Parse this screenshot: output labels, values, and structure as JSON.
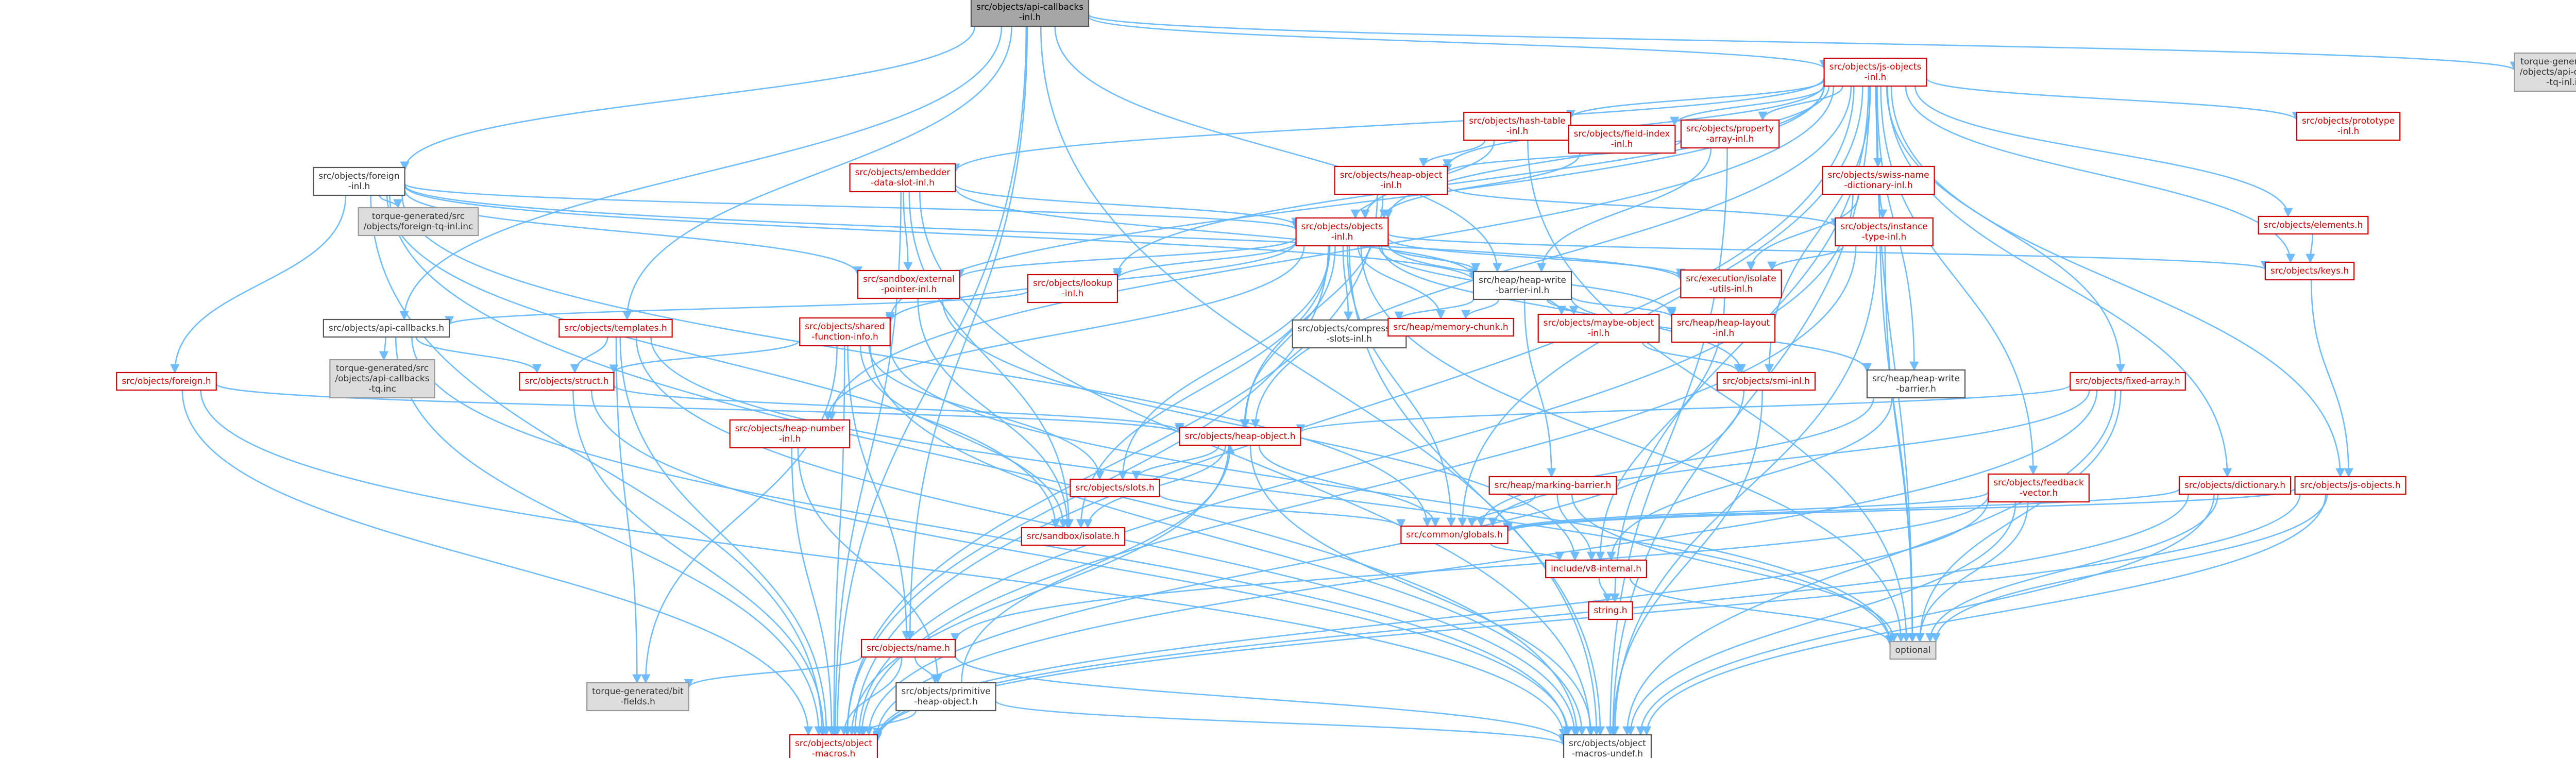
{
  "nodes": [
    {
      "id": "root",
      "lines": [
        "src/objects/api-callbacks",
        "-inl.h"
      ],
      "style": "root"
    },
    {
      "id": "jsobjects_inl",
      "lines": [
        "src/objects/js-objects",
        "-inl.h"
      ],
      "style": "red"
    },
    {
      "id": "tq_api_callbacks_tq_inl",
      "lines": [
        "torque-generated/src",
        "/objects/api-callbacks",
        "-tq-inl.inc"
      ],
      "style": "gray"
    },
    {
      "id": "foreign_inl",
      "lines": [
        "src/objects/foreign",
        "-inl.h"
      ],
      "style": "black"
    },
    {
      "id": "tq_foreign_tq_inl",
      "lines": [
        "torque-generated/src",
        "/objects/foreign-tq-inl.inc"
      ],
      "style": "gray"
    },
    {
      "id": "hash_table_inl",
      "lines": [
        "src/objects/hash-table",
        "-inl.h"
      ],
      "style": "red"
    },
    {
      "id": "field_index_inl",
      "lines": [
        "src/objects/field-index",
        "-inl.h"
      ],
      "style": "red"
    },
    {
      "id": "property_array_inl",
      "lines": [
        "src/objects/property",
        "-array-inl.h"
      ],
      "style": "red"
    },
    {
      "id": "prototype_inl",
      "lines": [
        "src/objects/prototype",
        "-inl.h"
      ],
      "style": "red"
    },
    {
      "id": "embedder_data_slot_inl",
      "lines": [
        "src/objects/embedder",
        "-data-slot-inl.h"
      ],
      "style": "red"
    },
    {
      "id": "heap_object_inl",
      "lines": [
        "src/objects/heap-object",
        "-inl.h"
      ],
      "style": "red"
    },
    {
      "id": "swiss_name_dict_inl",
      "lines": [
        "src/objects/swiss-name",
        "-dictionary-inl.h"
      ],
      "style": "red"
    },
    {
      "id": "elements_h",
      "lines": [
        "src/objects/elements.h"
      ],
      "style": "red"
    },
    {
      "id": "objects_inl",
      "lines": [
        "src/objects/objects",
        "-inl.h"
      ],
      "style": "red"
    },
    {
      "id": "instance_type_inl",
      "lines": [
        "src/objects/instance",
        "-type-inl.h"
      ],
      "style": "red"
    },
    {
      "id": "keys_h",
      "lines": [
        "src/objects/keys.h"
      ],
      "style": "red"
    },
    {
      "id": "sandbox_external_pointer_inl",
      "lines": [
        "src/sandbox/external",
        "-pointer-inl.h"
      ],
      "style": "red"
    },
    {
      "id": "lookup_inl",
      "lines": [
        "src/objects/lookup",
        "-inl.h"
      ],
      "style": "red"
    },
    {
      "id": "heap_write_barrier_inl",
      "lines": [
        "src/heap/heap-write",
        "-barrier-inl.h"
      ],
      "style": "black"
    },
    {
      "id": "isolate_utils_inl",
      "lines": [
        "src/execution/isolate",
        "-utils-inl.h"
      ],
      "style": "red"
    },
    {
      "id": "api_callbacks_h",
      "lines": [
        "src/objects/api-callbacks.h"
      ],
      "style": "black"
    },
    {
      "id": "templates_h",
      "lines": [
        "src/objects/templates.h"
      ],
      "style": "red"
    },
    {
      "id": "shared_function_info_h",
      "lines": [
        "src/objects/shared",
        "-function-info.h"
      ],
      "style": "red"
    },
    {
      "id": "compressed_slots_inl",
      "lines": [
        "src/objects/compressed",
        "-slots-inl.h"
      ],
      "style": "black"
    },
    {
      "id": "memory_chunk_h",
      "lines": [
        "src/heap/memory-chunk.h"
      ],
      "style": "red"
    },
    {
      "id": "maybe_object_inl",
      "lines": [
        "src/objects/maybe-object",
        "-inl.h"
      ],
      "style": "red"
    },
    {
      "id": "heap_layout_inl",
      "lines": [
        "src/heap/heap-layout",
        "-inl.h"
      ],
      "style": "red"
    },
    {
      "id": "tq_api_callbacks_tq",
      "lines": [
        "torque-generated/src",
        "/objects/api-callbacks",
        "-tq.inc"
      ],
      "style": "gray"
    },
    {
      "id": "foreign_h",
      "lines": [
        "src/objects/foreign.h"
      ],
      "style": "red"
    },
    {
      "id": "struct_h",
      "lines": [
        "src/objects/struct.h"
      ],
      "style": "red"
    },
    {
      "id": "smi_inl",
      "lines": [
        "src/objects/smi-inl.h"
      ],
      "style": "red"
    },
    {
      "id": "heap_write_barrier_h",
      "lines": [
        "src/heap/heap-write",
        "-barrier.h"
      ],
      "style": "black"
    },
    {
      "id": "fixed_array_h",
      "lines": [
        "src/objects/fixed-array.h"
      ],
      "style": "red"
    },
    {
      "id": "heap_number_inl",
      "lines": [
        "src/objects/heap-number",
        "-inl.h"
      ],
      "style": "red"
    },
    {
      "id": "heap_object_h",
      "lines": [
        "src/objects/heap-object.h"
      ],
      "style": "red"
    },
    {
      "id": "slots_h",
      "lines": [
        "src/objects/slots.h"
      ],
      "style": "red"
    },
    {
      "id": "marking_barrier_h",
      "lines": [
        "src/heap/marking-barrier.h"
      ],
      "style": "red"
    },
    {
      "id": "feedback_vector_h",
      "lines": [
        "src/objects/feedback",
        "-vector.h"
      ],
      "style": "red"
    },
    {
      "id": "dictionary_h",
      "lines": [
        "src/objects/dictionary.h"
      ],
      "style": "red"
    },
    {
      "id": "js_objects_h",
      "lines": [
        "src/objects/js-objects.h"
      ],
      "style": "red"
    },
    {
      "id": "isolate_h",
      "lines": [
        "src/sandbox/isolate.h"
      ],
      "style": "red"
    },
    {
      "id": "globals_h",
      "lines": [
        "src/common/globals.h"
      ],
      "style": "red"
    },
    {
      "id": "v8_internal_h",
      "lines": [
        "include/v8-internal.h"
      ],
      "style": "red"
    },
    {
      "id": "string_h",
      "lines": [
        "string.h"
      ],
      "style": "red"
    },
    {
      "id": "optional",
      "lines": [
        "optional"
      ],
      "style": "gray"
    },
    {
      "id": "name_h",
      "lines": [
        "src/objects/name.h"
      ],
      "style": "red"
    },
    {
      "id": "primitive_heap_object_h",
      "lines": [
        "src/objects/primitive",
        "-heap-object.h"
      ],
      "style": "black"
    },
    {
      "id": "tq_bit_fields",
      "lines": [
        "torque-generated/bit",
        "-fields.h"
      ],
      "style": "gray"
    },
    {
      "id": "object_macros",
      "lines": [
        "src/objects/object",
        "-macros.h"
      ],
      "style": "red"
    },
    {
      "id": "object_macros_undef",
      "lines": [
        "src/objects/object",
        "-macros-undef.h"
      ],
      "style": "black"
    }
  ],
  "edges": [
    [
      "root",
      "jsobjects_inl"
    ],
    [
      "root",
      "tq_api_callbacks_tq_inl"
    ],
    [
      "root",
      "foreign_inl"
    ],
    [
      "root",
      "api_callbacks_h"
    ],
    [
      "root",
      "templates_h"
    ],
    [
      "root",
      "object_macros"
    ],
    [
      "root",
      "object_macros_undef"
    ],
    [
      "root",
      "name_h"
    ],
    [
      "root",
      "heap_write_barrier_inl"
    ],
    [
      "jsobjects_inl",
      "hash_table_inl"
    ],
    [
      "jsobjects_inl",
      "field_index_inl"
    ],
    [
      "jsobjects_inl",
      "property_array_inl"
    ],
    [
      "jsobjects_inl",
      "prototype_inl"
    ],
    [
      "jsobjects_inl",
      "embedder_data_slot_inl"
    ],
    [
      "jsobjects_inl",
      "heap_object_inl"
    ],
    [
      "jsobjects_inl",
      "swiss_name_dict_inl"
    ],
    [
      "jsobjects_inl",
      "elements_h"
    ],
    [
      "jsobjects_inl",
      "keys_h"
    ],
    [
      "jsobjects_inl",
      "objects_inl"
    ],
    [
      "jsobjects_inl",
      "lookup_inl"
    ],
    [
      "jsobjects_inl",
      "shared_function_info_h"
    ],
    [
      "jsobjects_inl",
      "heap_number_inl"
    ],
    [
      "jsobjects_inl",
      "smi_inl"
    ],
    [
      "jsobjects_inl",
      "feedback_vector_h"
    ],
    [
      "jsobjects_inl",
      "dictionary_h"
    ],
    [
      "jsobjects_inl",
      "js_objects_h"
    ],
    [
      "jsobjects_inl",
      "fixed_array_h"
    ],
    [
      "jsobjects_inl",
      "heap_write_barrier_h"
    ],
    [
      "jsobjects_inl",
      "string_h"
    ],
    [
      "jsobjects_inl",
      "optional"
    ],
    [
      "jsobjects_inl",
      "object_macros"
    ],
    [
      "jsobjects_inl",
      "object_macros_undef"
    ],
    [
      "jsobjects_inl",
      "heap_object_h"
    ],
    [
      "jsobjects_inl",
      "globals_h"
    ],
    [
      "foreign_inl",
      "tq_foreign_tq_inl"
    ],
    [
      "foreign_inl",
      "foreign_h"
    ],
    [
      "foreign_inl",
      "objects_inl"
    ],
    [
      "foreign_inl",
      "sandbox_external_pointer_inl"
    ],
    [
      "foreign_inl",
      "heap_write_barrier_inl"
    ],
    [
      "foreign_inl",
      "isolate_utils_inl"
    ],
    [
      "foreign_inl",
      "object_macros"
    ],
    [
      "foreign_inl",
      "object_macros_undef"
    ],
    [
      "foreign_inl",
      "isolate_h"
    ],
    [
      "foreign_inl",
      "globals_h"
    ],
    [
      "hash_table_inl",
      "heap_object_inl"
    ],
    [
      "hash_table_inl",
      "objects_inl"
    ],
    [
      "hash_table_inl",
      "optional"
    ],
    [
      "field_index_inl",
      "objects_inl"
    ],
    [
      "property_array_inl",
      "heap_object_inl"
    ],
    [
      "property_array_inl",
      "heap_write_barrier_inl"
    ],
    [
      "property_array_inl",
      "object_macros_undef"
    ],
    [
      "embedder_data_slot_inl",
      "objects_inl"
    ],
    [
      "embedder_data_slot_inl",
      "sandbox_external_pointer_inl"
    ],
    [
      "embedder_data_slot_inl",
      "heap_write_barrier_inl"
    ],
    [
      "embedder_data_slot_inl",
      "object_macros"
    ],
    [
      "embedder_data_slot_inl",
      "object_macros_undef"
    ],
    [
      "embedder_data_slot_inl",
      "isolate_h"
    ],
    [
      "heap_object_inl",
      "objects_inl"
    ],
    [
      "heap_object_inl",
      "heap_object_h"
    ],
    [
      "heap_object_inl",
      "object_macros"
    ],
    [
      "heap_object_inl",
      "instance_type_inl"
    ],
    [
      "swiss_name_dict_inl",
      "instance_type_inl"
    ],
    [
      "swiss_name_dict_inl",
      "isolate_utils_inl"
    ],
    [
      "swiss_name_dict_inl",
      "optional"
    ],
    [
      "swiss_name_dict_inl",
      "object_macros"
    ],
    [
      "elements_h",
      "keys_h"
    ],
    [
      "objects_inl",
      "heap_write_barrier_inl"
    ],
    [
      "objects_inl",
      "lookup_inl"
    ],
    [
      "objects_inl",
      "shared_function_info_h"
    ],
    [
      "objects_inl",
      "compressed_slots_inl"
    ],
    [
      "objects_inl",
      "memory_chunk_h"
    ],
    [
      "objects_inl",
      "maybe_object_inl"
    ],
    [
      "objects_inl",
      "heap_layout_inl"
    ],
    [
      "objects_inl",
      "smi_inl"
    ],
    [
      "objects_inl",
      "heap_number_inl"
    ],
    [
      "objects_inl",
      "heap_object_h"
    ],
    [
      "objects_inl",
      "slots_h"
    ],
    [
      "objects_inl",
      "globals_h"
    ],
    [
      "objects_inl",
      "isolate_utils_inl"
    ],
    [
      "objects_inl",
      "sandbox_external_pointer_inl"
    ],
    [
      "objects_inl",
      "object_macros"
    ],
    [
      "objects_inl",
      "object_macros_undef"
    ],
    [
      "objects_inl",
      "keys_h"
    ],
    [
      "objects_inl",
      "isolate_h"
    ],
    [
      "objects_inl",
      "optional"
    ],
    [
      "instance_type_inl",
      "isolate_utils_inl"
    ],
    [
      "instance_type_inl",
      "optional"
    ],
    [
      "instance_type_inl",
      "object_macros"
    ],
    [
      "instance_type_inl",
      "object_macros_undef"
    ],
    [
      "keys_h",
      "js_objects_h"
    ],
    [
      "sandbox_external_pointer_inl",
      "isolate_h"
    ],
    [
      "sandbox_external_pointer_inl",
      "v8_internal_h"
    ],
    [
      "lookup_inl",
      "api_callbacks_h"
    ],
    [
      "heap_write_barrier_inl",
      "heap_write_barrier_h"
    ],
    [
      "heap_write_barrier_inl",
      "marking_barrier_h"
    ],
    [
      "heap_write_barrier_inl",
      "heap_layout_inl"
    ],
    [
      "heap_write_barrier_inl",
      "compressed_slots_inl"
    ],
    [
      "heap_write_barrier_inl",
      "memory_chunk_h"
    ],
    [
      "heap_write_barrier_inl",
      "maybe_object_inl"
    ],
    [
      "isolate_utils_inl",
      "v8_internal_h"
    ],
    [
      "api_callbacks_h",
      "tq_api_callbacks_tq"
    ],
    [
      "api_callbacks_h",
      "struct_h"
    ],
    [
      "api_callbacks_h",
      "object_macros"
    ],
    [
      "api_callbacks_h",
      "object_macros_undef"
    ],
    [
      "templates_h",
      "struct_h"
    ],
    [
      "templates_h",
      "tq_bit_fields"
    ],
    [
      "templates_h",
      "object_macros"
    ],
    [
      "templates_h",
      "object_macros_undef"
    ],
    [
      "templates_h",
      "optional"
    ],
    [
      "shared_function_info_h",
      "struct_h"
    ],
    [
      "shared_function_info_h",
      "slots_h"
    ],
    [
      "shared_function_info_h",
      "name_h"
    ],
    [
      "shared_function_info_h",
      "tq_bit_fields"
    ],
    [
      "shared_function_info_h",
      "object_macros"
    ],
    [
      "shared_function_info_h",
      "object_macros_undef"
    ],
    [
      "shared_function_info_h",
      "isolate_h"
    ],
    [
      "shared_function_info_h",
      "optional"
    ],
    [
      "maybe_object_inl",
      "smi_inl"
    ],
    [
      "foreign_h",
      "heap_object_h"
    ],
    [
      "foreign_h",
      "object_macros"
    ],
    [
      "foreign_h",
      "object_macros_undef"
    ],
    [
      "struct_h",
      "heap_object_h"
    ],
    [
      "struct_h",
      "object_macros"
    ],
    [
      "struct_h",
      "object_macros_undef"
    ],
    [
      "smi_inl",
      "object_macros"
    ],
    [
      "smi_inl",
      "object_macros_undef"
    ],
    [
      "heap_write_barrier_h",
      "v8_internal_h"
    ],
    [
      "heap_write_barrier_h",
      "globals_h"
    ],
    [
      "fixed_array_h",
      "heap_object_h"
    ],
    [
      "fixed_array_h",
      "globals_h"
    ],
    [
      "fixed_array_h",
      "optional"
    ],
    [
      "fixed_array_h",
      "object_macros"
    ],
    [
      "fixed_array_h",
      "object_macros_undef"
    ],
    [
      "heap_number_inl",
      "object_macros"
    ],
    [
      "heap_number_inl",
      "primitive_heap_object_h"
    ],
    [
      "heap_object_h",
      "slots_h"
    ],
    [
      "heap_object_h",
      "globals_h"
    ],
    [
      "heap_object_h",
      "isolate_h"
    ],
    [
      "heap_object_h",
      "object_macros"
    ],
    [
      "heap_object_h",
      "object_macros_undef"
    ],
    [
      "slots_h",
      "globals_h"
    ],
    [
      "marking_barrier_h",
      "globals_h"
    ],
    [
      "marking_barrier_h",
      "v8_internal_h"
    ],
    [
      "marking_barrier_h",
      "optional"
    ],
    [
      "feedback_vector_h",
      "globals_h"
    ],
    [
      "feedback_vector_h",
      "optional"
    ],
    [
      "feedback_vector_h",
      "object_macros"
    ],
    [
      "feedback_vector_h",
      "object_macros_undef"
    ],
    [
      "feedback_vector_h",
      "name_h"
    ],
    [
      "dictionary_h",
      "globals_h"
    ],
    [
      "dictionary_h",
      "optional"
    ],
    [
      "dictionary_h",
      "object_macros"
    ],
    [
      "dictionary_h",
      "object_macros_undef"
    ],
    [
      "js_objects_h",
      "globals_h"
    ],
    [
      "js_objects_h",
      "optional"
    ],
    [
      "js_objects_h",
      "object_macros"
    ],
    [
      "js_objects_h",
      "object_macros_undef"
    ],
    [
      "globals_h",
      "v8_internal_h"
    ],
    [
      "v8_internal_h",
      "string_h"
    ],
    [
      "v8_internal_h",
      "optional"
    ],
    [
      "name_h",
      "tq_bit_fields"
    ],
    [
      "name_h",
      "primitive_heap_object_h"
    ],
    [
      "name_h",
      "object_macros"
    ],
    [
      "name_h",
      "object_macros_undef"
    ],
    [
      "primitive_heap_object_h",
      "heap_object_h"
    ],
    [
      "primitive_heap_object_h",
      "object_macros"
    ],
    [
      "primitive_heap_object_h",
      "object_macros_undef"
    ]
  ]
}
